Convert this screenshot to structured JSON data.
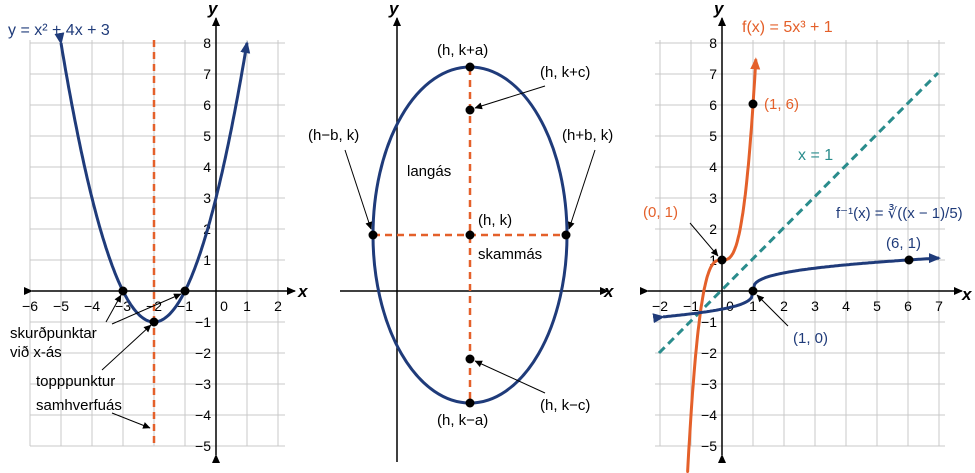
{
  "colors": {
    "curve_blue": "#1f3b7a",
    "curve_orange": "#e4602a",
    "dashed_orange": "#e4602a",
    "dashed_teal": "#2a8c8c",
    "grid": "#c8c8c8",
    "axis": "#000000"
  },
  "panel1": {
    "equation": "y = x² + 4x + 3",
    "x_axis_label": "x",
    "y_axis_label": "y",
    "x_ticks": [
      "−6",
      "−5",
      "−4",
      "−3",
      "−2",
      "−1",
      "0",
      "1",
      "2"
    ],
    "y_ticks": [
      "8",
      "7",
      "6",
      "5",
      "4",
      "3",
      "2",
      "1",
      "−1",
      "−2",
      "−3",
      "−4",
      "−5"
    ],
    "labels": {
      "x_intercepts": "skurðpunktar",
      "x_intercepts_2": "við x-ás",
      "vertex": "topppunktur",
      "axis_of_symmetry": "samhverfuás"
    }
  },
  "panel2": {
    "x_axis_label": "x",
    "y_axis_label": "y",
    "labels": {
      "top": "(h, k+a)",
      "upper_focus": "(h, k+c)",
      "left": "(h−b, k)",
      "right": "(h+b, k)",
      "center": "(h, k)",
      "lower_focus": "(h, k−c)",
      "bottom": "(h, k−a)",
      "major_axis": "langás",
      "minor_axis": "skammás"
    }
  },
  "panel3": {
    "f_label": "f(x) = 5x³ + 1",
    "line_label": "x = 1",
    "finv_label": "f⁻¹(x) = ∛((x − 1)/5)",
    "x_axis_label": "x",
    "y_axis_label": "y",
    "x_ticks": [
      "−2",
      "−1",
      "0",
      "1",
      "2",
      "3",
      "4",
      "5",
      "6",
      "7"
    ],
    "y_ticks": [
      "8",
      "7",
      "6",
      "5",
      "4",
      "3",
      "2",
      "1",
      "−1",
      "−2",
      "−3",
      "−4",
      "−5"
    ],
    "points": {
      "p16": "(1, 6)",
      "p01": "(0, 1)",
      "p61": "(6, 1)",
      "p10": "(1, 0)"
    }
  }
}
